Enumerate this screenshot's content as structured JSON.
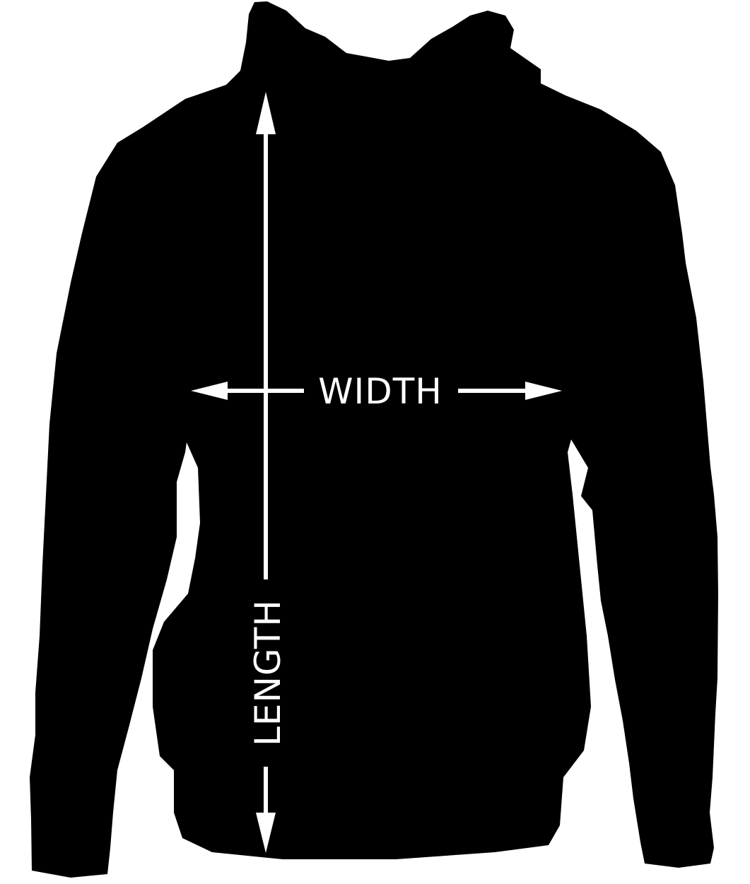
{
  "diagram": {
    "subject": "hoodie",
    "labels": {
      "width": "WIDTH",
      "length": "LENGTH"
    },
    "colors": {
      "garment": "#000000",
      "markings": "#ffffff",
      "background": "#ffffff"
    }
  }
}
